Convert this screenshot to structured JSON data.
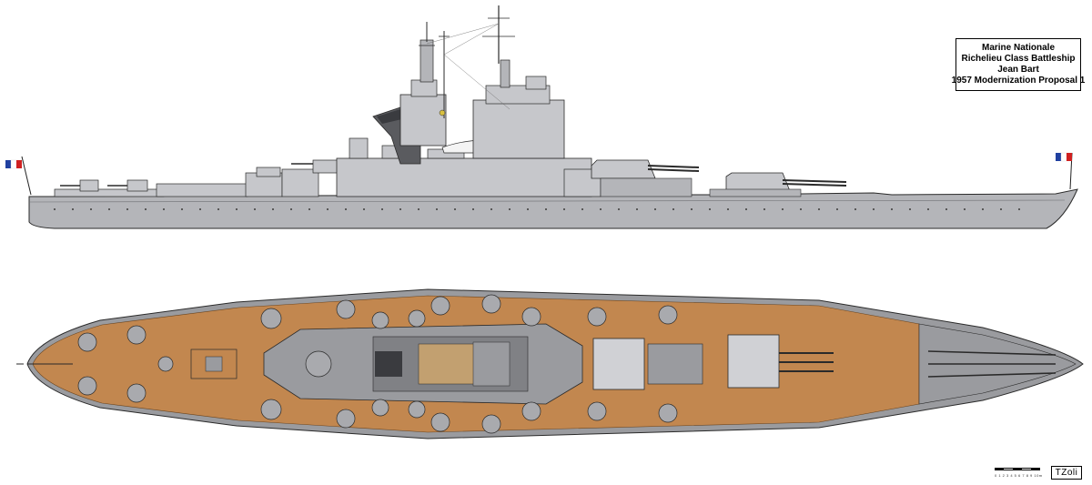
{
  "title_block": {
    "line1": "Marine Nationale",
    "line2": "Richelieu Class Battleship",
    "line3": "Jean Bart",
    "line4": "1957 Modernization Proposal 1"
  },
  "signature": "TZoli",
  "scale_label": "0 1 2 3 4 5 6 7 8 9 10m",
  "colors": {
    "hull_gray": "#b4b5b9",
    "superstructure_gray": "#c6c7cb",
    "deck_wood": "#c2874f",
    "deck_gray": "#9a9b9f",
    "outline": "#2a2a2a"
  }
}
